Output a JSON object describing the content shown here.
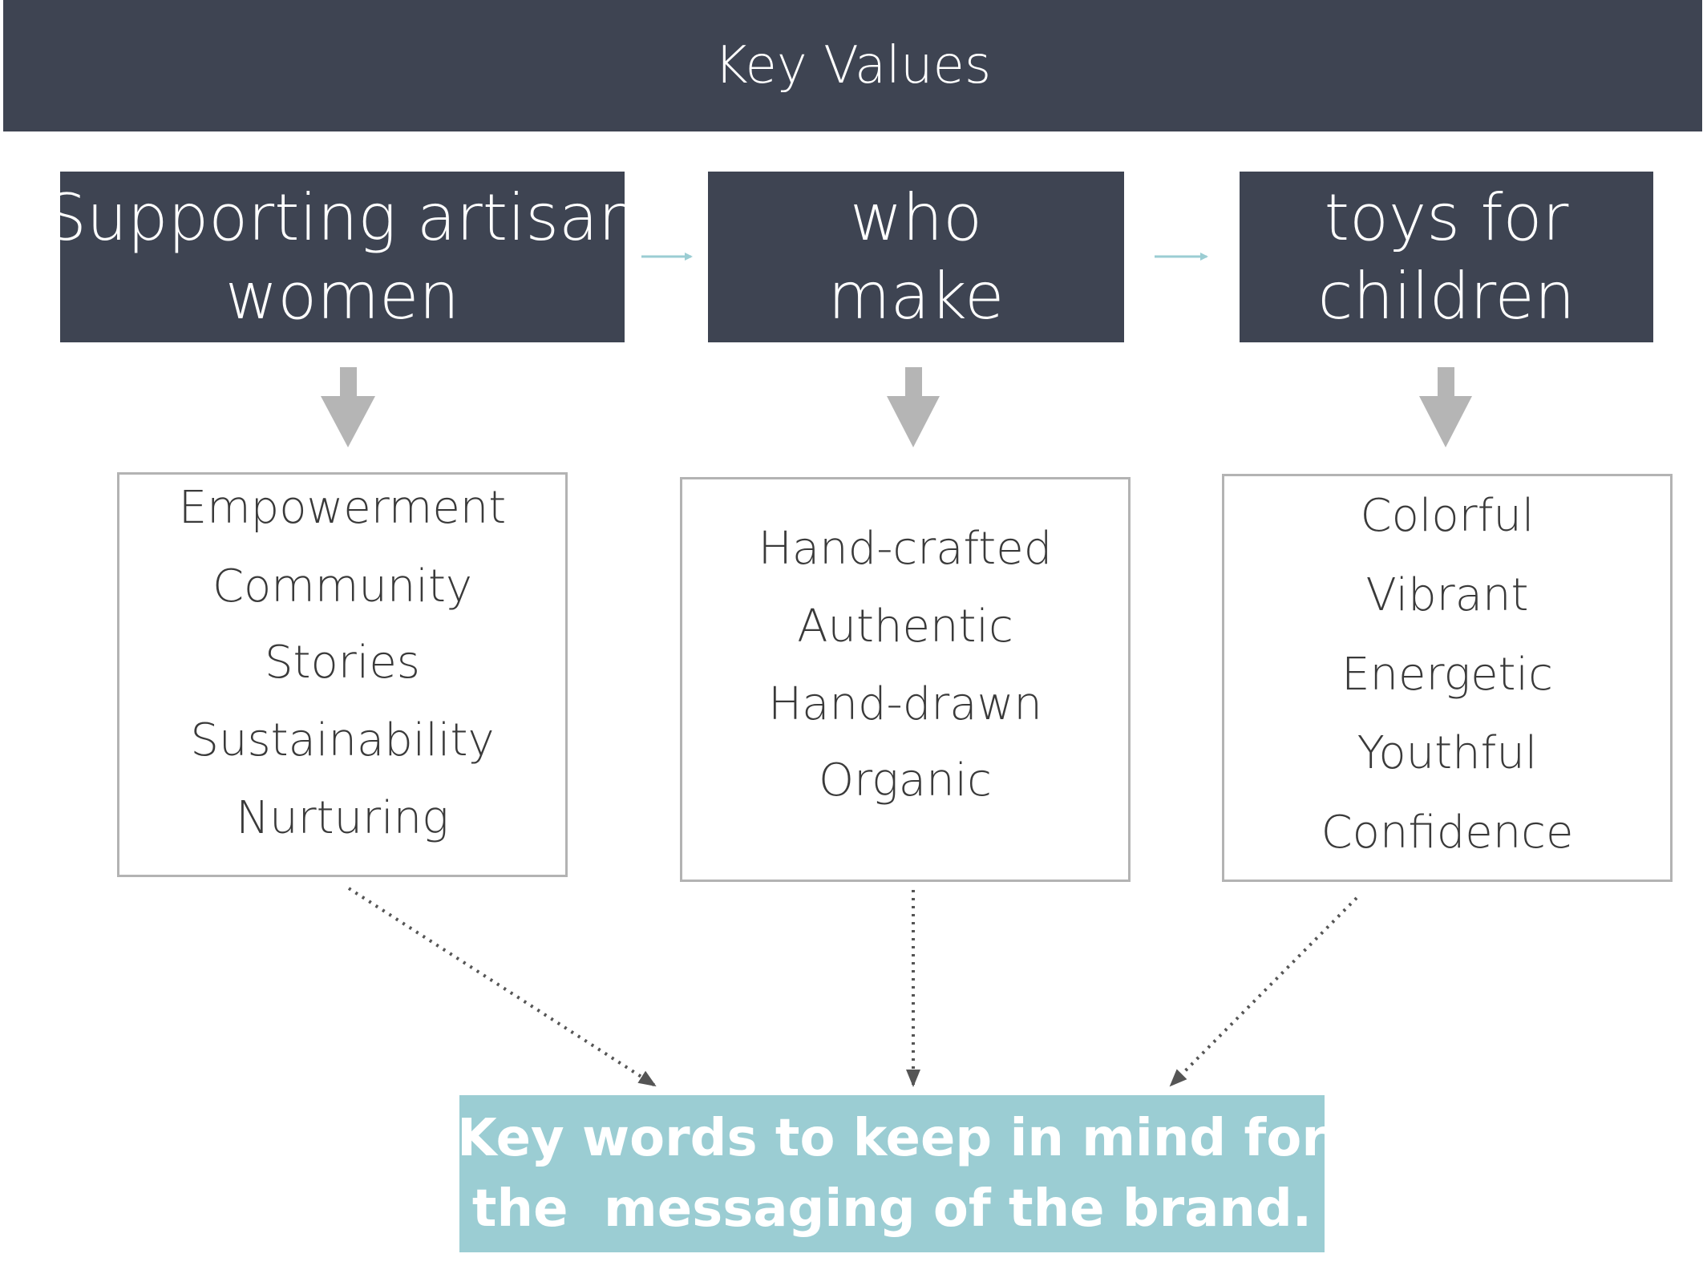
{
  "title": "Key Values",
  "columns": [
    {
      "heading_lines": [
        "Supporting artisan",
        "women"
      ],
      "words": [
        "Empowerment",
        "Community",
        "Stories",
        "Sustainability",
        "Nurturing"
      ]
    },
    {
      "heading_lines": [
        "who",
        "make"
      ],
      "words": [
        "Hand-crafted",
        "Authentic",
        "Hand-drawn",
        "Organic"
      ]
    },
    {
      "heading_lines": [
        "toys for",
        "children"
      ],
      "words": [
        "Colorful",
        "Vibrant",
        "Energetic",
        "Youthful",
        "Confidence"
      ]
    }
  ],
  "callout_lines": [
    "Key words to keep in mind for",
    "the  messaging of the brand."
  ],
  "colors": {
    "header_fill": "#3e4452",
    "callout_fill": "#9bcdd3",
    "flow_arrow": "#9bcdd3",
    "down_arrow": "#b5b5b5",
    "box_border": "#b3b3b3",
    "dotted_connector": "#555555"
  }
}
